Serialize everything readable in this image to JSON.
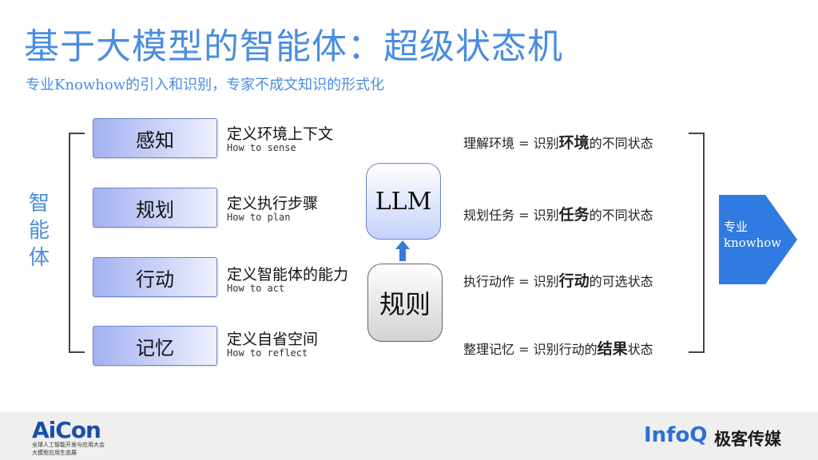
{
  "title": "基于大模型的智能体：超级状态机",
  "subtitle": "专业Knowhow的引入和识别，专家不成文知识的形式化",
  "vertical_label": [
    "智",
    "能",
    "体"
  ],
  "stages": [
    {
      "label": "感知",
      "zh": "定义环境上下文",
      "en": "How to sense"
    },
    {
      "label": "规划",
      "zh": "定义执行步骤",
      "en": "How to plan"
    },
    {
      "label": "行动",
      "zh": "定义智能体的能力",
      "en": "How to act"
    },
    {
      "label": "记忆",
      "zh": "定义自省空间",
      "en": "How to reflect"
    }
  ],
  "llm_label": "LLM",
  "rule_label": "规则",
  "mappings": [
    {
      "pre": "理解环境 = 识别",
      "key": "环境",
      "post": "的不同状态"
    },
    {
      "pre": "规划任务 = 识别",
      "key": "任务",
      "post": "的不同状态"
    },
    {
      "pre": "执行动作 = 识别",
      "key": "行动",
      "post": "的可选状态"
    },
    {
      "pre": "整理记忆 = 识别行动的",
      "key": "结果",
      "post": "状态"
    }
  ],
  "output_arrow": {
    "line1": "专业",
    "line2": "knowhow",
    "color": "#2f7be2"
  },
  "footer": {
    "aicon_logo": "AiCon",
    "aicon_line1": "全球人工智能开发与应用大会",
    "aicon_line2": "大模型应用生态展",
    "infoq_logo": "InfoQ",
    "geek_logo": "极客传媒"
  },
  "colors": {
    "accent": "#4a8de0",
    "stage_fill": "#a4b1f0",
    "brand_blue": "#2b6fd6"
  }
}
